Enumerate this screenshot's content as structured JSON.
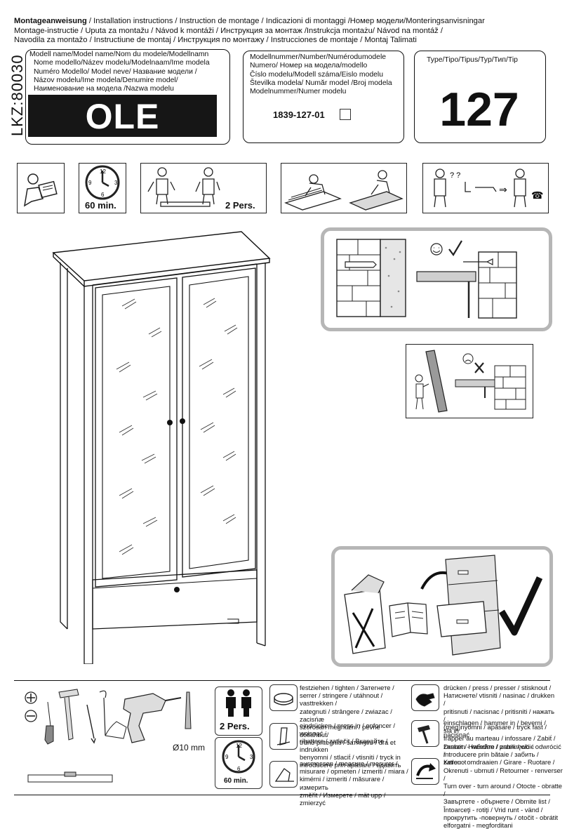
{
  "header": {
    "line1_bold": "Montageanweisung",
    "line1_rest": " / Installation instructions / Instruction de montage / Indicazioni di montaggi /Номер модели/Monteringsanvisningar",
    "line2": " Montage-instructie / Uputa za montažu / Návod k montáži / Инструкция за монтаж /Instrukcja montażu/ Návod na montáž /",
    "line3": "Navodila za montažo / Instructiune de montaj / Инструкция по монтажу    / Instrucciones de montaje / Montaj  Talimati"
  },
  "code": "LKZ:80030",
  "model_name": {
    "lines": [
      "Modell name/Model name/Nom du modele/Modellnamn",
      "Nome modello/Název modelu/Modelnaam/Ime modela",
      "Numéro Modello/ Model neve/   Название модели /",
      "Názov modelu/Ime modela/Denumire model/",
      "Наименование на модела /Nazwa modelu"
    ],
    "value": "OLE"
  },
  "model_number": {
    "lines": [
      "Modellnummer/Number/Numérodumodele",
      "Numero/     Номер на модела/modello",
      "Číslo modelu/Modell száma/Eislo modelu",
      "Številka modela/  Număr model /Broj modela",
      "Modelnummer/Numer modelu"
    ],
    "value": "1839-127-01"
  },
  "type": {
    "label": "Type/Tipo/Tipus/Typ/Тип/Tip",
    "value": "127"
  },
  "prep": {
    "minutes": "60 min.",
    "persons": "2 Pers."
  },
  "legend": {
    "diameter": "Ø10 mm",
    "persons": "2 Pers.",
    "minutes": "60 min.",
    "tighten": [
      "festziehen / tighten / Затегнете /",
      "serrer / stringere / utáhnout / vasttrekken /",
      "zategnuti / strângere / zwiazac / zacisńæ",
      "szorosan meghúzni / pevne dotiahnut́/",
      "trdno pritegniti / затянуть / dra et"
    ],
    "press": [
      "eindrücken / press in / enfoncer / wcisnąć",
      "ribattere / zatlačit / Вкарайте / indrukken",
      "benyomni / stlacit́ / vtisniti / tryck in",
      "introducere prin apăsare / вдавить"
    ],
    "measure": [
      "ausmessen / measure / mesurer /",
      "misurare / opmeten / izmeriti / miara /",
      "kimérni / izmeriti / măsurare / измерить",
      "změřit / Измерете / mät upp / zmierzyć"
    ],
    "press2": [
      "drücken / press / presser / stisknout /",
      "Натиснете/ vtisniti / nasinac / drukken /",
      "pritisnuti / nacisnac / pritisniti / нажать /",
      "(meg)nyomni / apăsare / tryck fast / nacisnąć"
    ],
    "hammer": [
      "einschlagen / hammer in / beverni / sla in",
      "frapper au marteau / infossare / Zabit́ /",
      "zarazit / Набийте / zabiti / wbić",
      "introducere prin bătaie / забить / zatlouct"
    ],
    "turn": [
      "Drehen - wenden / przekręcić - odwrócić /",
      "Keren - omdraaien / Girare - Ruotare /",
      "Okrenuti - ubrnuti / Retourner - renverser /",
      "Turn over - turn around / Otocte - obratte /",
      "Завъртете - обърнете / Obrnite list /",
      "Întoarceţi - rotiţi / Vrid runt - vänd /",
      "прокрутить -повернуть  / otočit - obrátit",
      "elforgatni - megforditani"
    ]
  }
}
